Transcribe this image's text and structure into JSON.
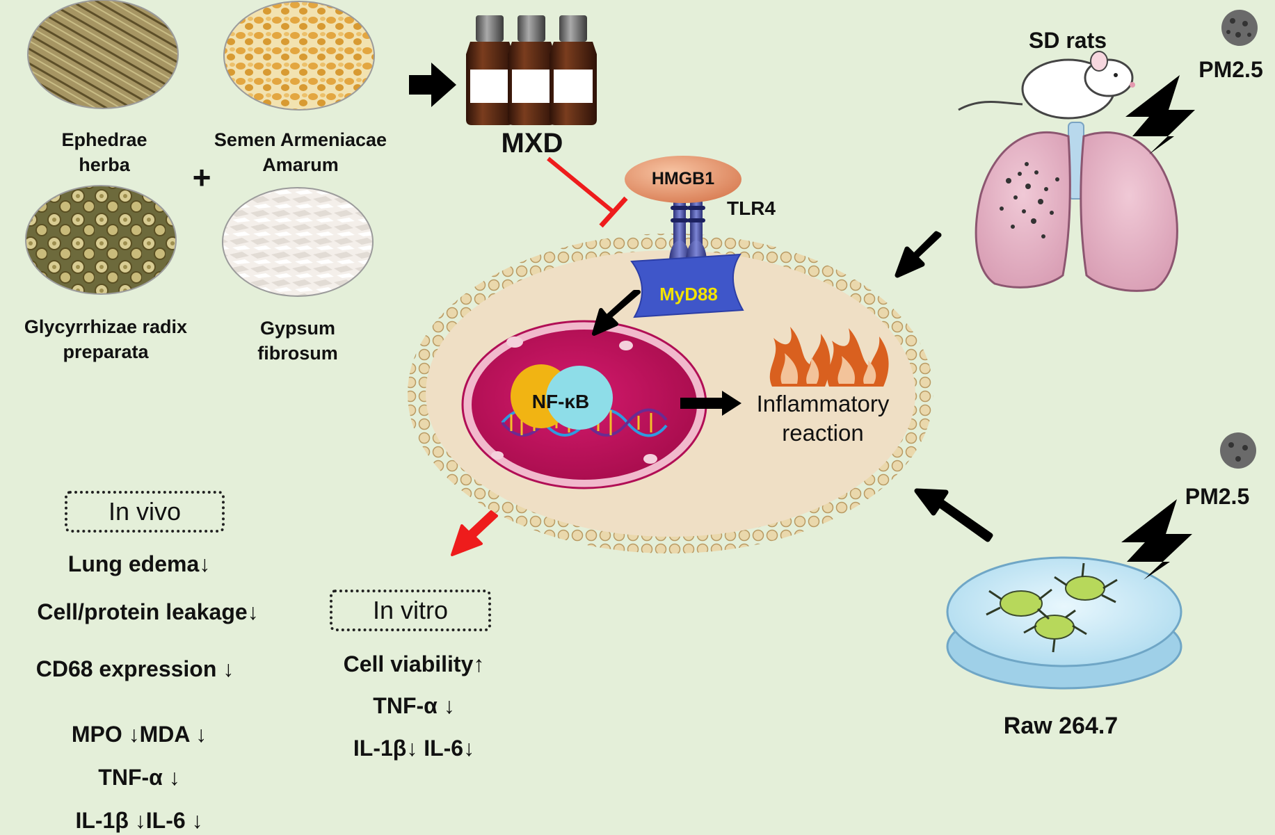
{
  "herbs": [
    {
      "name_line1": "Ephedrae",
      "name_line2": "herba",
      "color": "#8a7a45"
    },
    {
      "name_line1": "Semen Armeniacae",
      "name_line2": "Amarum",
      "color": "#e7b04b"
    },
    {
      "name_line1": "Glycyrrhizae radix",
      "name_line2": "preparata",
      "color": "#b8a463"
    },
    {
      "name_line1": "Gypsum",
      "name_line2": "fibrosum",
      "color": "#f1ece6"
    }
  ],
  "plus_sign": "+",
  "drug": {
    "label": "MXD",
    "bottle_color": "#4a2312"
  },
  "pathway": {
    "ligand": "HMGB1",
    "receptor": "TLR4",
    "adaptor": "MyD88",
    "transcription_factor": "NF-κB",
    "outcome_line1": "Inflammatory",
    "outcome_line2": "reaction"
  },
  "animal_model": {
    "label": "SD rats",
    "exposure": "PM2.5"
  },
  "cell_model": {
    "label": "Raw 264.7",
    "exposure": "PM2.5"
  },
  "in_vivo": {
    "title": "In vivo",
    "results": [
      "Lung edema↓",
      "Cell/protein leakage↓",
      "CD68 expression ↓",
      "MPO ↓MDA ↓",
      "TNF-α ↓",
      "IL-1β ↓IL-6 ↓"
    ]
  },
  "in_vitro": {
    "title": "In vitro",
    "results": [
      "Cell viability↑",
      "TNF-α ↓",
      "IL-1β↓ IL-6↓"
    ]
  },
  "colors": {
    "background": "#e4efd9",
    "cell_cytoplasm": "#efdfc5",
    "membrane_bead": "#e8d4a8",
    "nucleus": "#c8125f",
    "inhibition": "#ee1c1c",
    "ligand": "#e89a73",
    "adaptor": "#3f56c9",
    "adaptor_text": "#f3e300",
    "flame": "#d9601f"
  }
}
